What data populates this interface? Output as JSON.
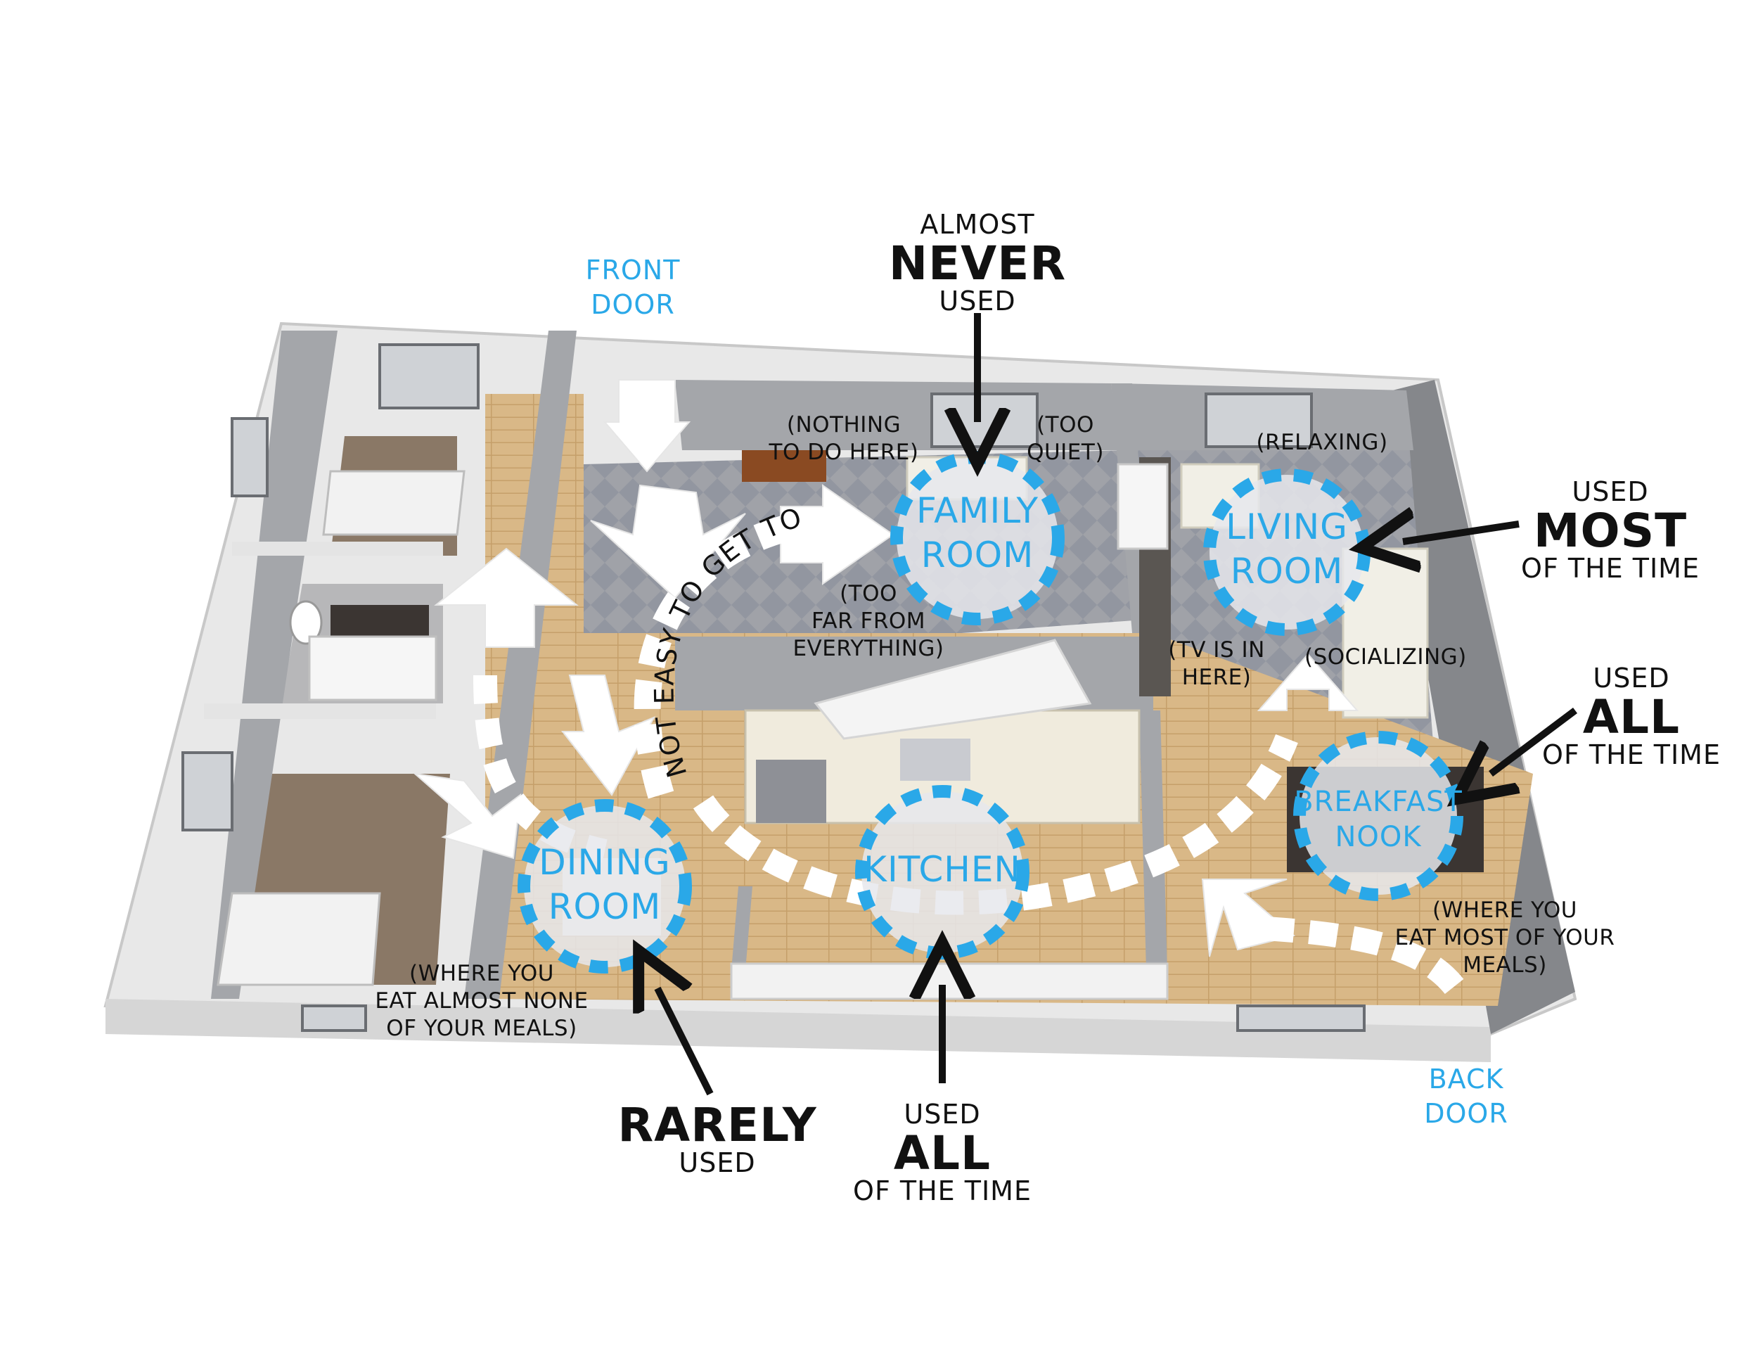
{
  "doors": {
    "front": [
      "FRONT",
      "DOOR"
    ],
    "back": [
      "BACK",
      "DOOR"
    ]
  },
  "rooms": {
    "family": [
      "FAMILY",
      "ROOM"
    ],
    "living": [
      "LIVING",
      "ROOM"
    ],
    "dining": [
      "DINING",
      "ROOM"
    ],
    "kitchen": [
      "KITCHEN"
    ],
    "nook": [
      "BREAKFAST",
      "NOOK"
    ]
  },
  "usage": {
    "family": {
      "top": "ALMOST",
      "big": "NEVER",
      "bottom": "USED"
    },
    "living": {
      "top": "USED",
      "big": "MOST",
      "bottom": "OF THE TIME"
    },
    "nook": {
      "top": "USED",
      "big": "ALL",
      "bottom": "OF THE TIME"
    },
    "kitchen": {
      "top": "USED",
      "big": "ALL",
      "bottom": "OF THE TIME"
    },
    "dining": {
      "big": "RARELY",
      "bottom": "USED"
    }
  },
  "notes": {
    "nothing": [
      "(NOTHING",
      "TO DO HERE)"
    ],
    "quiet": [
      "(TOO",
      "QUIET)"
    ],
    "far": [
      "(TOO",
      "FAR FROM",
      "EVERYTHING)"
    ],
    "relaxing": "(RELAXING)",
    "socializing": "(SOCIALIZING)",
    "tv": [
      "(TV IS IN",
      "HERE)"
    ],
    "nook_meals": [
      "(WHERE YOU",
      "EAT MOST OF YOUR",
      "MEALS)"
    ],
    "dining_meals": [
      "(WHERE YOU",
      "EAT ALMOST NONE",
      "OF YOUR MEALS)"
    ]
  },
  "path_label": "NOT EASY TO GET TO",
  "colors": {
    "accent": "#2aa8e8",
    "wall": "#9a9ca0",
    "wall_top": "#e6e6e6",
    "wood": "#d9b887",
    "carpet": "#8a7866",
    "tile": "#9c9ea4",
    "arrow": "#111111"
  }
}
